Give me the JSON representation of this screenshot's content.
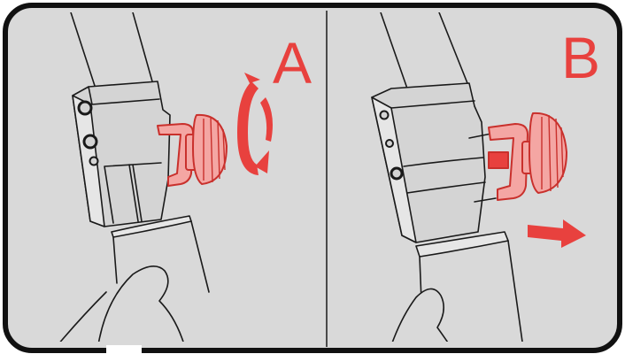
{
  "panels": [
    {
      "id": "A",
      "label": "A",
      "action": "rotate-knob"
    },
    {
      "id": "B",
      "label": "B",
      "action": "pull-knob-out"
    }
  ],
  "colors": {
    "background": "#d9d9d9",
    "frame": "#111111",
    "line": "#1a1a1a",
    "part_fill": "#cfcfcf",
    "accent": "#e8413e",
    "accent_dark": "#c9302c",
    "card": "#ffffff"
  },
  "icons": [
    "rotate-arrow-icon",
    "pull-arrow-icon"
  ]
}
